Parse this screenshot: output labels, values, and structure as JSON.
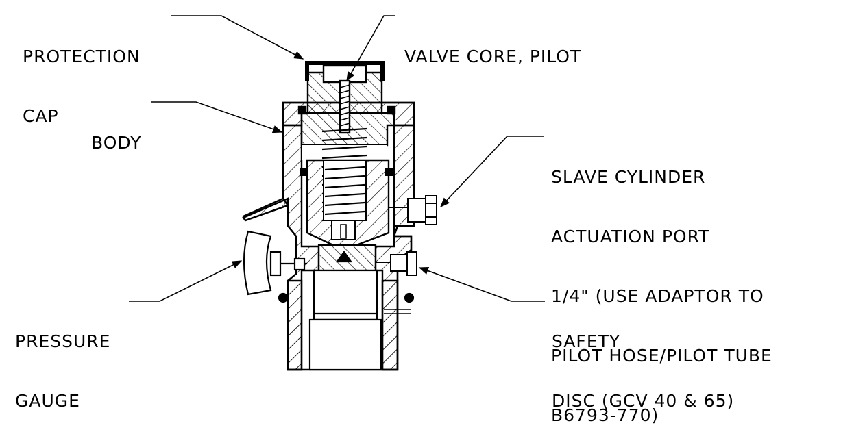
{
  "labels": {
    "protection_cap": [
      "PROTECTION",
      "CAP"
    ],
    "valve_core": [
      "VALVE CORE, PILOT"
    ],
    "body": [
      "BODY"
    ],
    "slave_cylinder": [
      "SLAVE CYLINDER",
      "ACTUATION PORT",
      "1/4\" (USE ADAPTOR TO",
      "PILOT HOSE/PILOT TUBE",
      "B6793-770)"
    ],
    "pressure_gauge": [
      "PRESSURE",
      "GAUGE"
    ],
    "safety_disc": [
      "SAFETY",
      "DISC (GCV 40 & 65)"
    ]
  },
  "colors": {
    "ink": "#000000",
    "background": "#ffffff"
  }
}
